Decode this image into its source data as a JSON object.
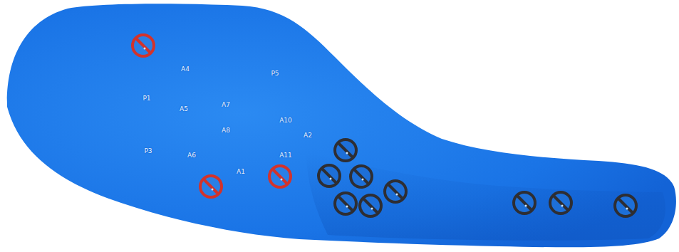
{
  "diagram": {
    "labels": [
      "A4",
      "P5",
      "P1",
      "A5",
      "A7",
      "A8",
      "A10",
      "A2",
      "P3",
      "A6",
      "A11",
      "A1"
    ]
  }
}
